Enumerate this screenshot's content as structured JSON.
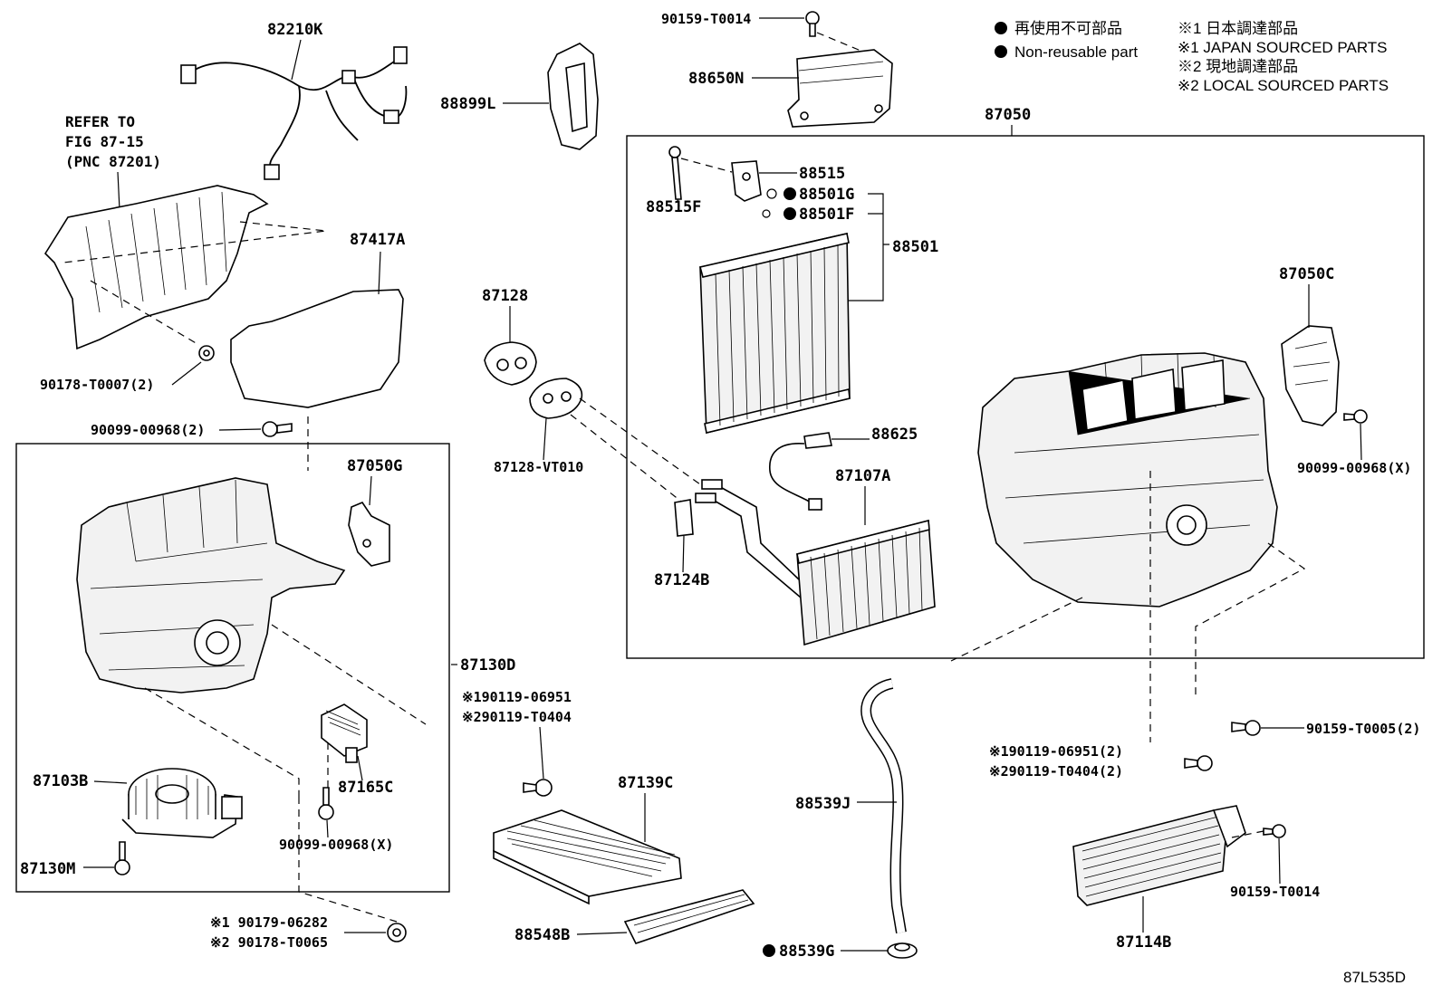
{
  "legend": {
    "non_reusable_jp": "再使用不可部品",
    "non_reusable_en": "Non-reusable part",
    "note1_jp": "※1 日本調達部品",
    "note1_en": "※1 JAPAN SOURCED PARTS",
    "note2_jp": "※2 現地調達部品",
    "note2_en": "※2 LOCAL SOURCED PARTS"
  },
  "refer": {
    "line1": "REFER TO",
    "line2": "FIG 87-15",
    "line3": "(PNC 87201)"
  },
  "parts": {
    "p82210K": "82210K",
    "p87417A": "87417A",
    "p90178_T0007": "90178-T0007(2)",
    "p90099_00968_2": "90099-00968(2)",
    "p87050G": "87050G",
    "p87130D": "87130D",
    "p87103B": "87103B",
    "p87130M": "87130M",
    "p87165C": "87165C",
    "p90099_00968_X_left": "90099-00968(X)",
    "p90179_06282": "※1 90179-06282",
    "p90178_T0065": "※2 90178-T0065",
    "p88899L": "88899L",
    "p87128": "87128",
    "p87128_VT010": "87128-VT010",
    "p90119_06951_a": "※190119-06951",
    "p90119_T0404_a": "※290119-T0404",
    "p87139C": "87139C",
    "p88548B": "88548B",
    "p90159_T0014_top": "90159-T0014",
    "p88650N": "88650N",
    "p87050": "87050",
    "p88515": "88515",
    "p88515F": "88515F",
    "p88501G": "88501G",
    "p88501F": "88501F",
    "p88501": "88501",
    "p88625": "88625",
    "p87107A": "87107A",
    "p87124B": "87124B",
    "p87050C": "87050C",
    "p90099_00968_X_right": "90099-00968(X)",
    "p88539J": "88539J",
    "p88539G": "88539G",
    "p90119_06951_b": "※190119-06951(2)",
    "p90119_T0404_b": "※290119-T0404(2)",
    "p90159_T0005": "90159-T0005(2)",
    "p90159_T0014_bottom": "90159-T0014",
    "p87114B": "87114B"
  },
  "diagram_code": "87L535D"
}
